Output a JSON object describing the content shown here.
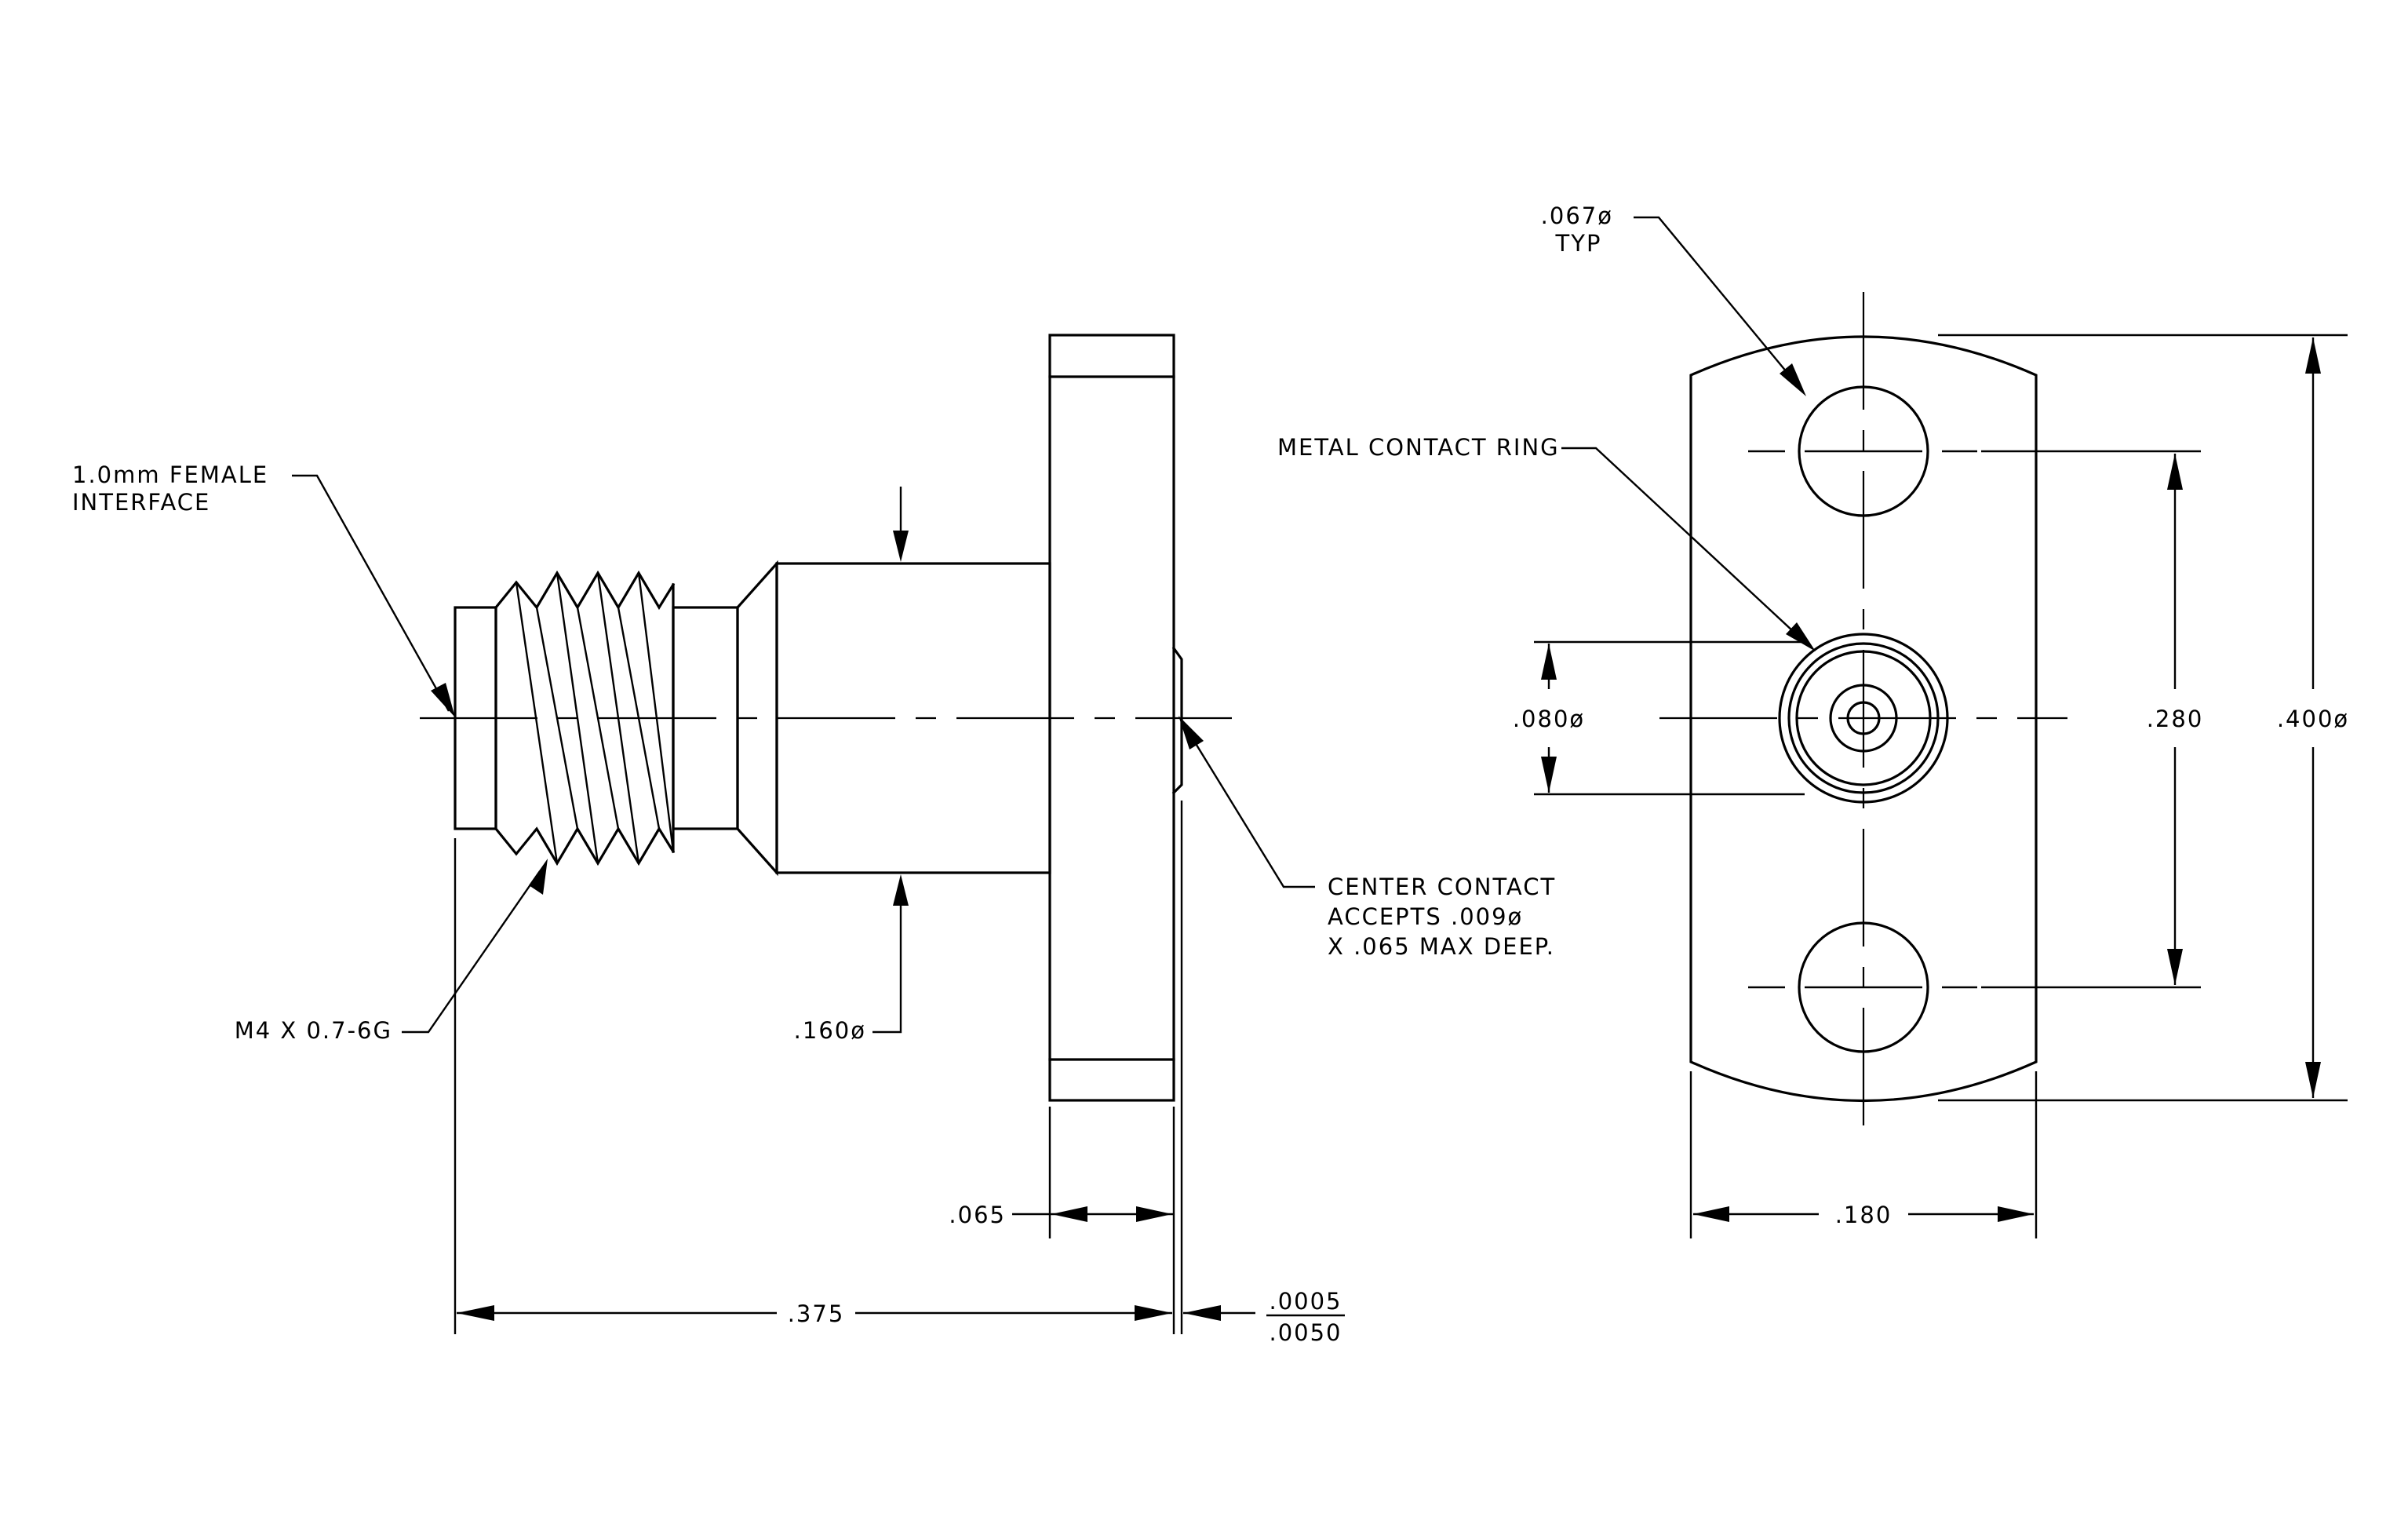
{
  "labels": {
    "female_interface_line1": "1.0mm FEMALE",
    "female_interface_line2": "INTERFACE",
    "thread_spec": "M4 X 0.7-6G",
    "body_diameter": ".160ø",
    "center_contact_line1": "CENTER CONTACT",
    "center_contact_line2": "ACCEPTS .009ø",
    "center_contact_line3": "X .065 MAX DEEP.",
    "flange_thickness": ".065",
    "overall_length": ".375",
    "recess_top": ".0005",
    "recess_bottom": ".0050",
    "hole_diameter_line1": ".067ø",
    "hole_diameter_line2": "TYP",
    "contact_ring": "METAL CONTACT RING",
    "ring_diameter": ".080ø",
    "hole_spacing": ".280",
    "flange_diameter": ".400ø",
    "flange_width": ".180"
  }
}
